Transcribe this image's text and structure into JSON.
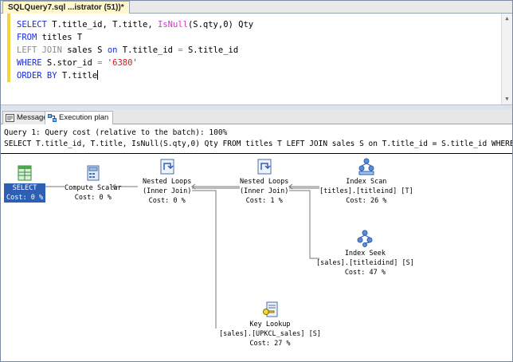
{
  "document_tab": {
    "title": "SQLQuery7.sql ...istrator (51))*"
  },
  "editor": {
    "line1": {
      "kw1": "SELECT",
      "t1": " T.title_id, T.title, ",
      "fn": "IsNull",
      "t2": "(S.qty,0) Qty"
    },
    "line2": {
      "kw": "FROM",
      "t": " titles T"
    },
    "line3": {
      "g1": "LEFT JOIN",
      "t1": " sales S ",
      "kw": "on",
      "t2": " T.title_id ",
      "g2": "=",
      "t3": " S.title_id"
    },
    "line4": {
      "kw": "WHERE",
      "t": " S.stor_id ",
      "g": "=",
      "str": " '6380'"
    },
    "line5": {
      "kw": "ORDER BY",
      "t": " T.title"
    }
  },
  "result_tabs": [
    {
      "label": "Messages"
    },
    {
      "label": "Execution plan"
    }
  ],
  "plan": {
    "query_cost": "Query 1: Query cost (relative to the batch): 100%",
    "query_text": "SELECT T.title_id, T.title, IsNull(S.qty,0) Qty FROM titles T LEFT JOIN sales S on T.title_id = S.title_id WHERE S.",
    "nodes": {
      "select": {
        "op": "SELECT",
        "cost": "Cost: 0 %"
      },
      "compute_scalar": {
        "op": "Compute Scalar",
        "cost": "Cost: 0 %"
      },
      "nested_loops_1": {
        "op": "Nested Loops",
        "join": "(Inner Join)",
        "cost": "Cost: 0 %"
      },
      "nested_loops_2": {
        "op": "Nested Loops",
        "join": "(Inner Join)",
        "cost": "Cost: 1 %"
      },
      "index_scan": {
        "op": "Index Scan",
        "object": "[titles].[titleind] [T]",
        "cost": "Cost: 26 %"
      },
      "index_seek": {
        "op": "Index Seek",
        "object": "[sales].[titleidind] [S]",
        "cost": "Cost: 47 %"
      },
      "key_lookup": {
        "op": "Key Lookup",
        "object": "[sales].[UPKCL_sales] [S]",
        "cost": "Cost: 27 %"
      }
    }
  },
  "colors": {
    "keyword": "#1a2bd6",
    "function": "#d432c8",
    "string": "#c81e1e",
    "selected": "#2f5fb3"
  }
}
